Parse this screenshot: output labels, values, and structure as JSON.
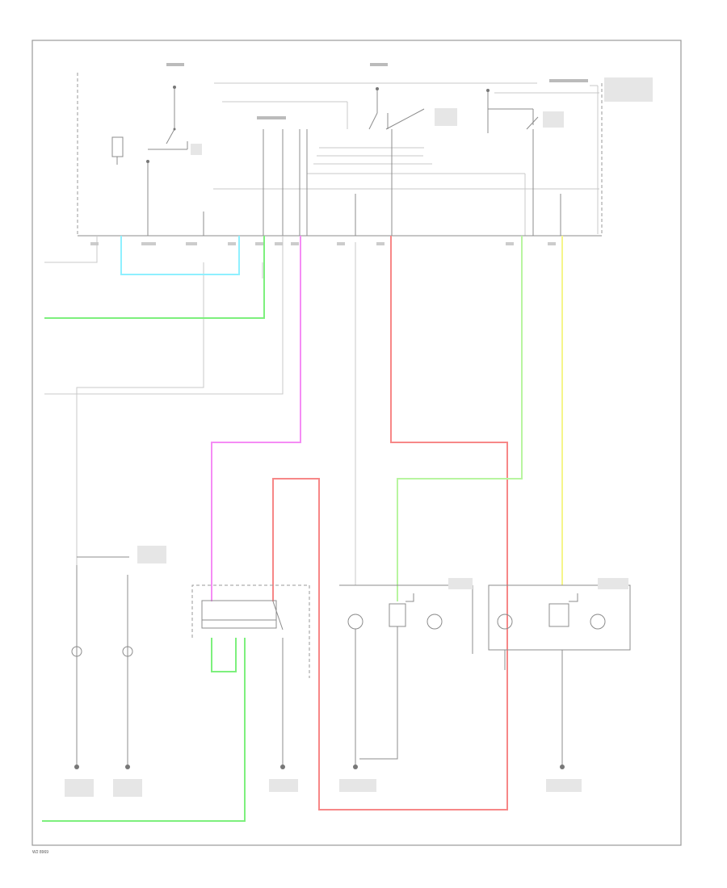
{
  "figure_id": "W2 8969",
  "colors": {
    "light_blue": "#8ff0ff",
    "green": "#7df07d",
    "light_green": "#b8f5a0",
    "pink": "#f58cf5",
    "red": "#f78787",
    "yellow": "#f5f58a",
    "gray_wire": "#c8c8c8",
    "line": "#8c8c8c"
  },
  "wires": [
    {
      "id": "light-blue-wire",
      "color": "light_blue"
    },
    {
      "id": "green-wire-upper",
      "color": "green"
    },
    {
      "id": "pink-wire",
      "color": "pink"
    },
    {
      "id": "red-wire",
      "color": "red"
    },
    {
      "id": "light-green-wire",
      "color": "light_green"
    },
    {
      "id": "yellow-wire",
      "color": "yellow"
    },
    {
      "id": "green-wire-lower",
      "color": "green"
    }
  ]
}
